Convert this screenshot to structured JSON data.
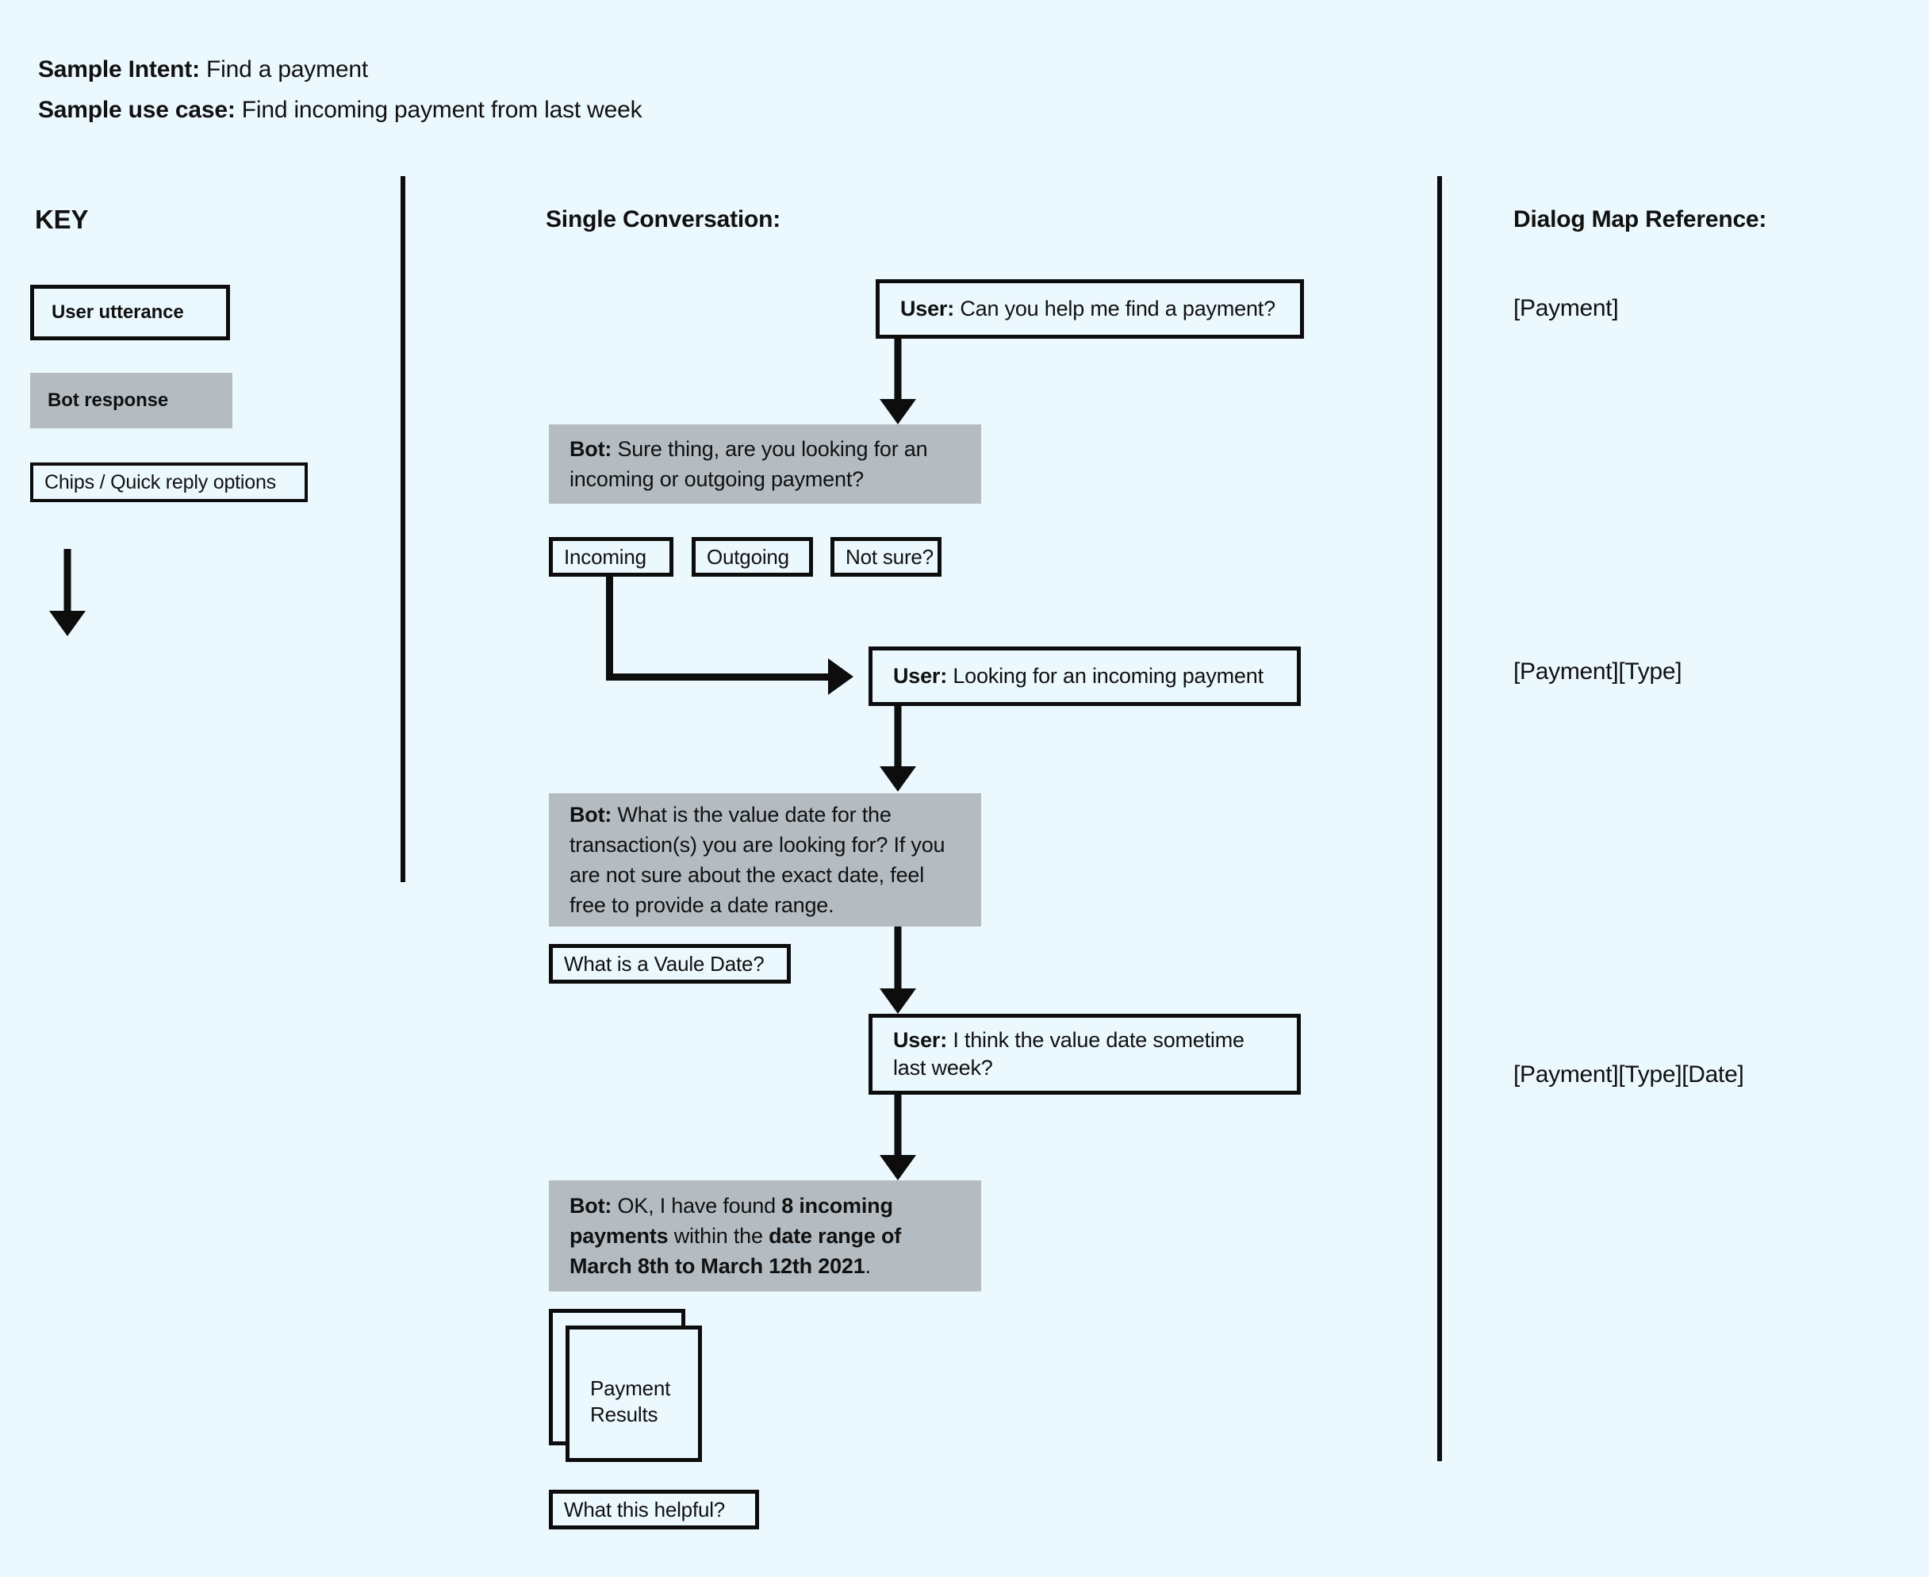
{
  "header": {
    "intent_label": "Sample Intent:",
    "intent_value": " Find a payment",
    "usecase_label": "Sample use case:",
    "usecase_value": " Find incoming payment from last week"
  },
  "columns": {
    "key_heading": "KEY",
    "conversation_heading": "Single Conversation:",
    "dialog_map_heading": "Dialog Map Reference:"
  },
  "key": {
    "user_utterance": "User utterance",
    "bot_response": "Bot response",
    "chips": "Chips / Quick reply options",
    "arrow_icon": "down-arrow-icon"
  },
  "conversation": {
    "user_msg_1": {
      "speaker": "User:",
      "text": " Can you help me find a payment?"
    },
    "bot_msg_1": {
      "speaker": "Bot:",
      "text": " Sure thing, are you looking for an incoming or outgoing payment?"
    },
    "chips_1": [
      "Incoming",
      "Outgoing",
      "Not sure?"
    ],
    "user_msg_2": {
      "speaker": "User:",
      "text": " Looking for an incoming payment"
    },
    "bot_msg_2": {
      "speaker": "Bot:",
      "text": " What is the value date for the transaction(s) you are looking for? If you are not sure about the exact date, feel free to provide a date range."
    },
    "chip_value_date": "What is a Vaule Date?",
    "user_msg_3": {
      "speaker": "User:",
      "text": " I think the value date sometime last week?"
    },
    "bot_msg_3": {
      "speaker": "Bot:",
      "prefix": " OK, I have found ",
      "bold_1": "8 incoming payments",
      "middle": " within the ",
      "bold_2": "date range of March 8th to March 12th 2021",
      "suffix": "."
    },
    "payment_results_card": "Payment\nResults",
    "payment_results_line_1": "Payment",
    "payment_results_line_2": "Results",
    "chip_helpful": "What this helpful?"
  },
  "dialog_map_reference": [
    "[Payment]",
    "[Payment][Type]",
    "[Payment][Type][Date]"
  ],
  "colors": {
    "background": "#ebf8fd",
    "bot_fill": "#b4bcc2",
    "stroke": "#0d0d0d"
  }
}
